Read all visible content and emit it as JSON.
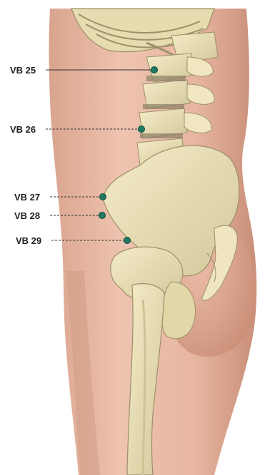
{
  "points": [
    {
      "id": "vb25",
      "label": "VB 25"
    },
    {
      "id": "vb26",
      "label": "VB 26"
    },
    {
      "id": "vb27",
      "label": "VB 27"
    },
    {
      "id": "vb28",
      "label": "VB 28"
    },
    {
      "id": "vb29",
      "label": "VB 29"
    }
  ],
  "colors": {
    "skin": "#e2b39e",
    "skin_shadow": "#c99077",
    "bone": "#ece3b8",
    "bone_shadow": "#bdb186",
    "point": "#1e7a62",
    "leader": "#333333"
  }
}
